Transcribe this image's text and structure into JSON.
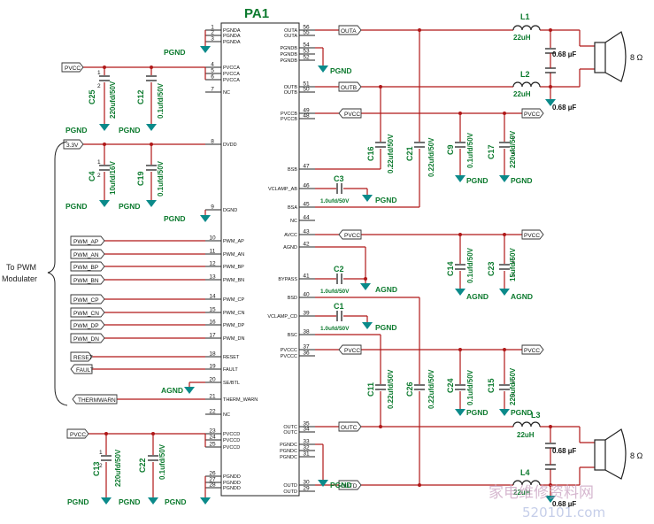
{
  "ic": {
    "name": "PA1",
    "left_pins": [
      {
        "num": "1",
        "name": "PGNDA"
      },
      {
        "num": "2",
        "name": "PGNDA"
      },
      {
        "num": "3",
        "name": "PGNDA"
      },
      {
        "num": "4",
        "name": "PVCCA"
      },
      {
        "num": "5",
        "name": "PVCCA"
      },
      {
        "num": "6",
        "name": "PVCCA"
      },
      {
        "num": "7",
        "name": "NC"
      },
      {
        "num": "8",
        "name": "DVDD"
      },
      {
        "num": "9",
        "name": "DGND"
      },
      {
        "num": "10",
        "name": "PWM_AP"
      },
      {
        "num": "11",
        "name": "PWM_AN"
      },
      {
        "num": "12",
        "name": "PWM_BP"
      },
      {
        "num": "13",
        "name": "PWM_BN"
      },
      {
        "num": "14",
        "name": "PWM_CP"
      },
      {
        "num": "15",
        "name": "PWM_CN"
      },
      {
        "num": "16",
        "name": "PWM_DP"
      },
      {
        "num": "17",
        "name": "PWM_DN"
      },
      {
        "num": "18",
        "name": "RESET"
      },
      {
        "num": "19",
        "name": "FAULT"
      },
      {
        "num": "20",
        "name": "SE/BTL"
      },
      {
        "num": "21",
        "name": "THERM_WARN"
      },
      {
        "num": "22",
        "name": "NC"
      },
      {
        "num": "23",
        "name": "PVCCD"
      },
      {
        "num": "24",
        "name": "PVCCD"
      },
      {
        "num": "25",
        "name": "PVCCD"
      },
      {
        "num": "26",
        "name": "PGNDD"
      },
      {
        "num": "27",
        "name": "PGNDD"
      },
      {
        "num": "28",
        "name": "PGNDD"
      }
    ],
    "right_pins": [
      {
        "num": "56",
        "name": "OUTA"
      },
      {
        "num": "55",
        "name": "OUTA"
      },
      {
        "num": "54",
        "name": "PGNDB"
      },
      {
        "num": "53",
        "name": "PGNDB"
      },
      {
        "num": "52",
        "name": "PGNDB"
      },
      {
        "num": "51",
        "name": "OUTB"
      },
      {
        "num": "50",
        "name": "OUTB"
      },
      {
        "num": "49",
        "name": "PVCCB"
      },
      {
        "num": "48",
        "name": "PVCCB"
      },
      {
        "num": "47",
        "name": "BSB"
      },
      {
        "num": "46",
        "name": "VCLAMP_AB"
      },
      {
        "num": "45",
        "name": "BSA"
      },
      {
        "num": "44",
        "name": "NC"
      },
      {
        "num": "43",
        "name": "AVCC"
      },
      {
        "num": "42",
        "name": "AGND"
      },
      {
        "num": "41",
        "name": "BYPASS"
      },
      {
        "num": "40",
        "name": "BSD"
      },
      {
        "num": "39",
        "name": "VCLAMP_CD"
      },
      {
        "num": "38",
        "name": "BSC"
      },
      {
        "num": "37",
        "name": "PVCCC"
      },
      {
        "num": "36",
        "name": "PVCCC"
      },
      {
        "num": "35",
        "name": "OUTC"
      },
      {
        "num": "34",
        "name": "OUTC"
      },
      {
        "num": "33",
        "name": "PGNDC"
      },
      {
        "num": "32",
        "name": "PGNDC"
      },
      {
        "num": "31",
        "name": "PGNDC"
      },
      {
        "num": "30",
        "name": "OUTD"
      },
      {
        "num": "29",
        "name": "OUTD"
      }
    ]
  },
  "nets": {
    "pvcc": "PVCC",
    "v33": "3.3V",
    "outa": "OUTA",
    "outb": "OUTB",
    "outc": "OUTC",
    "outd": "OUTD",
    "pwm_ap": "PWM_AP",
    "pwm_an": "PWM_AN",
    "pwm_bp": "PWM_BP",
    "pwm_bn": "PWM_BN",
    "pwm_cp": "PWM_CP",
    "pwm_cn": "PWM_CN",
    "pwm_dp": "PWM_DP",
    "pwm_dn": "PWM_DN",
    "reset": "RESET",
    "fault": "FAULT",
    "thermwarn": "THERMWARN"
  },
  "grounds": {
    "pgnd": "PGND",
    "agnd": "AGND"
  },
  "capacitors": {
    "c25": {
      "ref": "C25",
      "value": "220ufd/50V"
    },
    "c12": {
      "ref": "C12",
      "value": "0.1ufd/50V"
    },
    "c4": {
      "ref": "C4",
      "value": "10ufd/16V"
    },
    "c19": {
      "ref": "C19",
      "value": "0.1ufd/50V"
    },
    "c16": {
      "ref": "C16",
      "value": "0.22ufd/50V"
    },
    "c21": {
      "ref": "C21",
      "value": "0.22ufd/50V"
    },
    "c9": {
      "ref": "C9",
      "value": "0.1ufd/50V"
    },
    "c17": {
      "ref": "C17",
      "value": "220ufd/50V"
    },
    "c3": {
      "ref": "C3",
      "value": "1.0ufd/50V"
    },
    "c14": {
      "ref": "C14",
      "value": "0.1ufd/50V"
    },
    "c23": {
      "ref": "C23",
      "value": "15ufd/50V"
    },
    "c2": {
      "ref": "C2",
      "value": "1.0ufd/50V"
    },
    "c1": {
      "ref": "C1",
      "value": "1.0ufd/50V"
    },
    "c11": {
      "ref": "C11",
      "value": "0.22ufd/50V"
    },
    "c26": {
      "ref": "C26",
      "value": "0.22ufd/50V"
    },
    "c24": {
      "ref": "C24",
      "value": "0.1ufd/50V"
    },
    "c15": {
      "ref": "C15",
      "value": "220ufd/50V"
    },
    "c13": {
      "ref": "C13",
      "value": "220ufd/50V"
    },
    "c22": {
      "ref": "C22",
      "value": "0.1ufd/50V"
    },
    "out_cap": "0.68 µF"
  },
  "inductors": {
    "l1": {
      "ref": "L1",
      "value": "22uH"
    },
    "l2": {
      "ref": "L2",
      "value": "22uH"
    },
    "l3": {
      "ref": "L3",
      "value": "22uH"
    },
    "l4": {
      "ref": "L4",
      "value": "22uH"
    }
  },
  "speakers": {
    "impedance": "8 Ω"
  },
  "labels": {
    "to_pwm_line1": "To PWM",
    "to_pwm_line2": "Modulater",
    "cap_pin1": "1",
    "cap_pin2": "2"
  },
  "watermark": {
    "text": "家电维修资料网",
    "url": "520101.com"
  }
}
